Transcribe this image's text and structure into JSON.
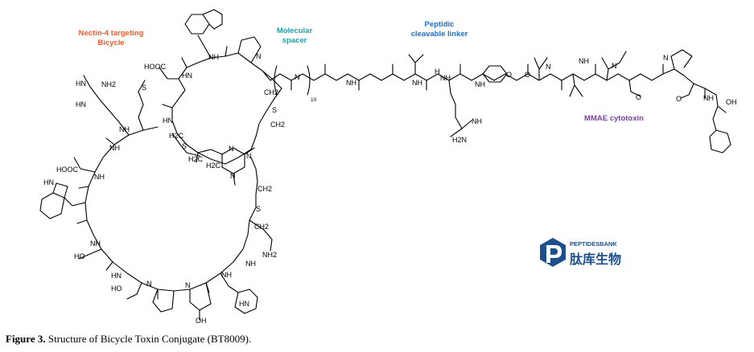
{
  "regions": {
    "nectin": {
      "line1": "Nectin-4 targeting",
      "line2": "Bicycle",
      "color": "#f05a28"
    },
    "spacer": {
      "line1": "Molecular",
      "line2": "spacer",
      "color": "#1fa0a8"
    },
    "linker": {
      "line1": "Peptidic",
      "line2": "cleavable linker",
      "color": "#1e6fc8"
    },
    "mmae": {
      "label": "MMAE cytotoxin",
      "color": "#7b3fa0"
    }
  },
  "atoms": {
    "hooc": "HOOC",
    "hn": "HN",
    "nh": "NH",
    "nh2": "NH2",
    "h2n": "H2N",
    "n": "N",
    "o": "O",
    "s": "S",
    "ho": "HO",
    "oh": "OH",
    "h2c": "H2C",
    "ch2": "CH2",
    "h": "H"
  },
  "spacer_repeat": "10",
  "logo": {
    "brand": "PEPTIDESBANK",
    "chinese": "肽库生物",
    "color": "#1c4f8c"
  },
  "caption": {
    "label": "Figure 3.",
    "text": "Structure of Bicycle Toxin Conjugate (BT8009)."
  }
}
